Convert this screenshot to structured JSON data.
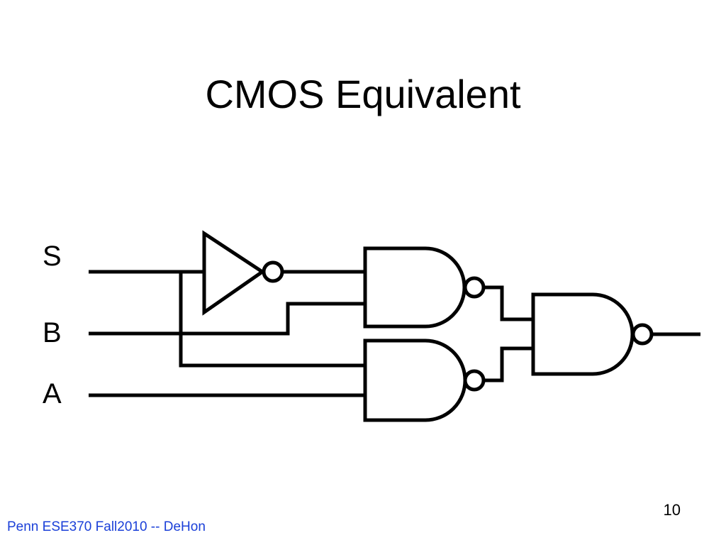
{
  "slide": {
    "title": "CMOS Equivalent",
    "page_number": "10",
    "footer": "Penn ESE370 Fall2010 -- DeHon",
    "footer_color": "#1a3fd8"
  },
  "diagram": {
    "inputs": [
      "S",
      "B",
      "A"
    ]
  }
}
